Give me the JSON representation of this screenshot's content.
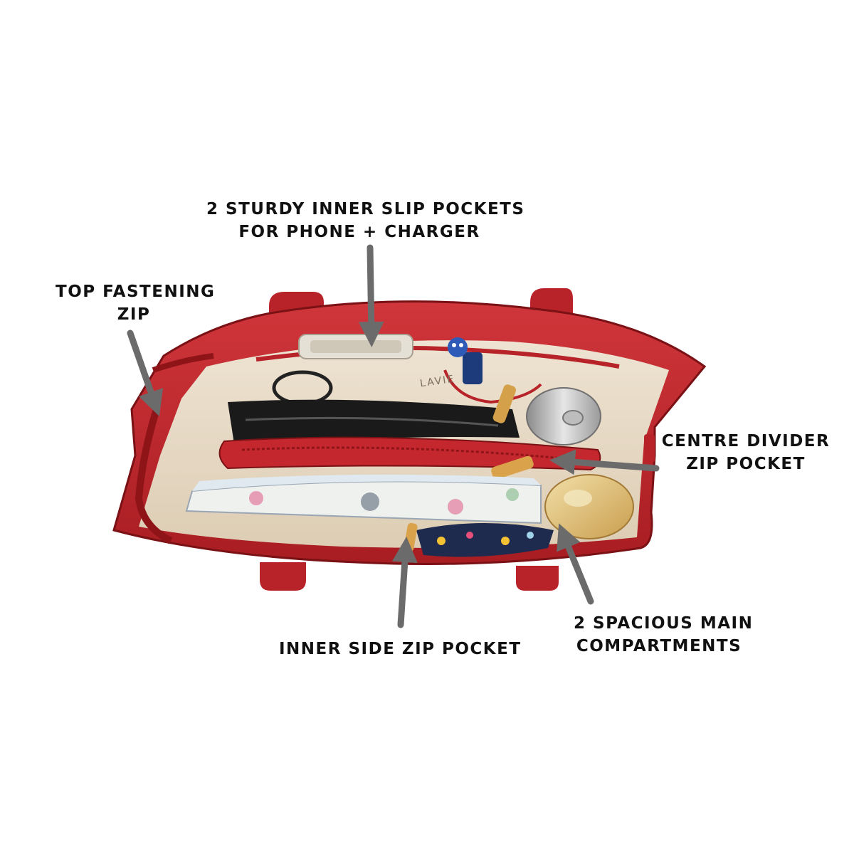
{
  "callouts": {
    "slip_pockets": {
      "line1": "2 STURDY INNER SLIP POCKETS",
      "line2": "FOR PHONE + CHARGER"
    },
    "top_zip": {
      "line1": "TOP FASTENING",
      "line2": "ZIP"
    },
    "centre_divider": {
      "line1": "CENTRE DIVIDER",
      "line2": "ZIP POCKET"
    },
    "side_zip": {
      "line1": "INNER SIDE ZIP POCKET"
    },
    "main_compartments": {
      "line1": "2 SPACIOUS MAIN",
      "line2": "COMPARTMENTS"
    }
  },
  "brand_text": "LAVIE",
  "colors": {
    "bag_red": "#c0272d",
    "bag_red_dark": "#8e1418",
    "lining": "#e9dcc8",
    "arrow_grey": "#6b6b6b"
  }
}
